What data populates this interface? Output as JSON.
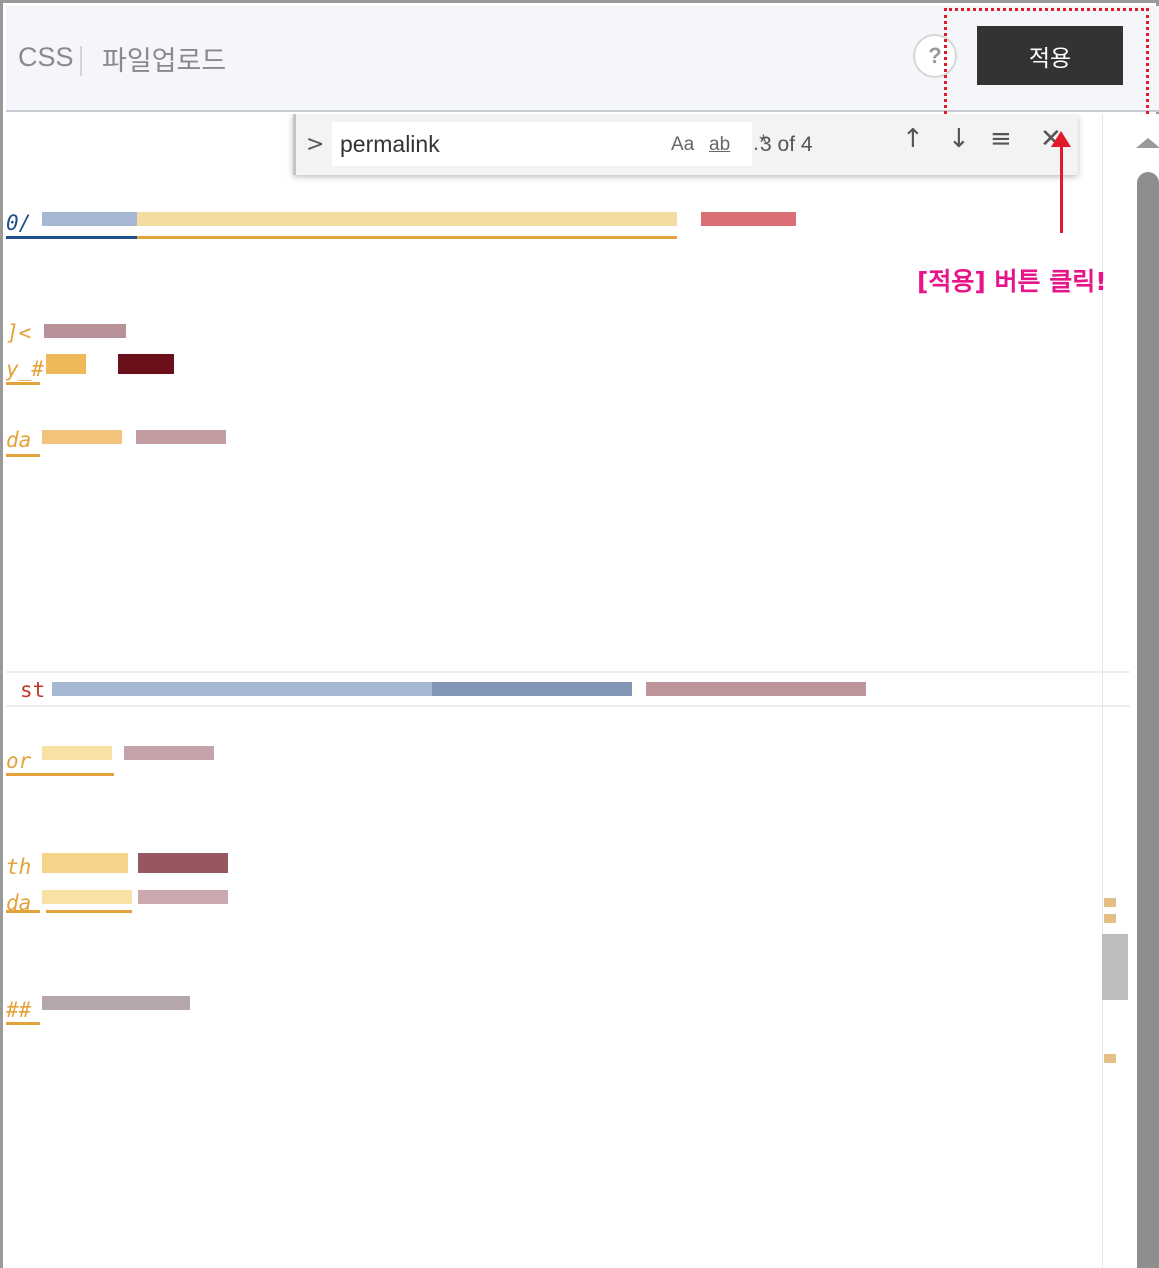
{
  "header": {
    "tab_css": "CSS",
    "tab_upload": "파일업로드",
    "help_label": "?",
    "apply_label": "적용"
  },
  "find_widget": {
    "toggle_glyph": ">",
    "query": "permalink",
    "case_label": "Aa",
    "word_label": "ab",
    "regex_label": ".*",
    "count_text": "3 of 4",
    "prev_glyph": "↑",
    "next_glyph": "↓",
    "selection_glyph": "≡",
    "close_glyph": "✕"
  },
  "code_lines": [
    {
      "prefix": "0/",
      "color": "#1f4e8c"
    },
    {
      "prefix": "]<",
      "color": "#e3a23a"
    },
    {
      "prefix": "y_#",
      "color": "#e3a23a"
    },
    {
      "prefix": "da",
      "color": "#e3a23a"
    },
    {
      "prefix": "st",
      "color": "#c0392b"
    },
    {
      "prefix": "or",
      "color": "#e3a23a"
    },
    {
      "prefix": "th",
      "color": "#e3a23a"
    },
    {
      "prefix": "da",
      "color": "#e3a23a"
    },
    {
      "prefix": "##",
      "color": "#e3a23a"
    }
  ],
  "annotation": {
    "text": "[적용] 버튼 클릭!",
    "color": "#e8158a"
  },
  "colors": {
    "highlight": "#e0192b",
    "apply_bg": "#333333"
  }
}
